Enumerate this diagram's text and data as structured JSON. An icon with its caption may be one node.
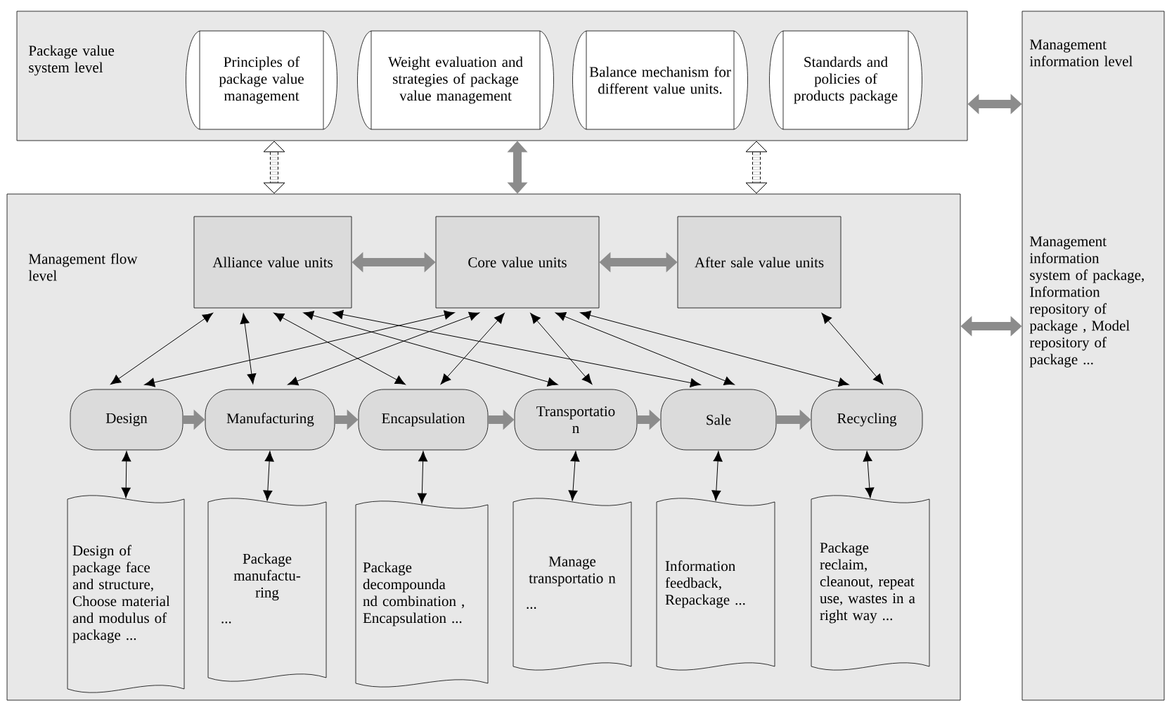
{
  "diagram": {
    "nodes": [
      {
        "text": [
          "Package value system level"
        ]
      },
      {
        "text": [
          "Principles of package value management"
        ],
        "in": 0
      },
      {
        "text": [
          "Weight evaluation and strategies of package value management"
        ],
        "in": 0
      },
      {
        "text": [
          "Balance mechanism for different value units."
        ],
        "in": 0
      },
      {
        "text": [
          "Standards and policies of products package"
        ],
        "in": 0
      },
      {
        "text": [
          "Management information level",
          "Management information system of package, Information repository of package , Model repository of package ..."
        ]
      },
      {
        "text": [
          "Management flow level"
        ]
      },
      {
        "text": [
          "Alliance value units"
        ],
        "in": 6
      },
      {
        "text": [
          "Core value units"
        ],
        "in": 6
      },
      {
        "text": [
          "After sale value units"
        ],
        "in": 6
      },
      {
        "text": [
          "Design"
        ],
        "in": 6
      },
      {
        "text": [
          "Manufacturing"
        ],
        "in": 6
      },
      {
        "text": [
          "Encapsulation"
        ],
        "in": 6
      },
      {
        "text": [
          "Transportatio n"
        ],
        "in": 6
      },
      {
        "text": [
          "Sale"
        ],
        "in": 6
      },
      {
        "text": [
          "Recycling"
        ],
        "in": 6
      },
      {
        "text": [
          "Design of package face and structure, Choose material and modulus of package ..."
        ],
        "in": 6
      },
      {
        "text": [
          "Package manufactu- ring",
          "..."
        ],
        "in": 6
      },
      {
        "text": [
          "Package decompounda nd combination , Encapsulation ..."
        ],
        "in": 6
      },
      {
        "text": [
          "Manage transportatio n",
          "..."
        ],
        "in": 6
      },
      {
        "text": [
          "Information feedback, Repackage ..."
        ],
        "in": 6
      },
      {
        "text": [
          "Package reclaim, cleanout, repeat use, wastes in a right way ..."
        ],
        "in": 6
      }
    ],
    "edges": [
      {
        "from": 0,
        "to": 6,
        "arrow": "both",
        "style": "dashed"
      },
      {
        "from": 0,
        "to": 6,
        "arrow": "both",
        "style": "thick",
        "color": "#8c8c8c"
      },
      {
        "from": 0,
        "to": 6,
        "arrow": "both",
        "style": "dashed"
      },
      {
        "from": 0,
        "to": 5,
        "arrow": "both",
        "style": "thick",
        "color": "#8c8c8c"
      },
      {
        "from": 6,
        "to": 5,
        "arrow": "both",
        "style": "thick",
        "color": "#8c8c8c"
      },
      {
        "from": 7,
        "to": 8,
        "arrow": "both",
        "style": "thick",
        "color": "#8c8c8c"
      },
      {
        "from": 8,
        "to": 9,
        "arrow": "both",
        "style": "thick",
        "color": "#8c8c8c"
      },
      {
        "from": 10,
        "to": 11,
        "arrow": "to",
        "style": "thick",
        "color": "#8c8c8c"
      },
      {
        "from": 11,
        "to": 12,
        "arrow": "to",
        "style": "thick",
        "color": "#8c8c8c"
      },
      {
        "from": 12,
        "to": 13,
        "arrow": "to",
        "style": "thick",
        "color": "#8c8c8c"
      },
      {
        "from": 13,
        "to": 14,
        "arrow": "to",
        "style": "thick",
        "color": "#8c8c8c"
      },
      {
        "from": 14,
        "to": 15,
        "arrow": "to",
        "style": "thick",
        "color": "#8c8c8c"
      },
      {
        "from": 7,
        "to": 10,
        "arrow": "both"
      },
      {
        "from": 8,
        "to": 10,
        "arrow": "both"
      },
      {
        "from": 7,
        "to": 11,
        "arrow": "both"
      },
      {
        "from": 8,
        "to": 11,
        "arrow": "both"
      },
      {
        "from": 7,
        "to": 12,
        "arrow": "both"
      },
      {
        "from": 8,
        "to": 12,
        "arrow": "both"
      },
      {
        "from": 7,
        "to": 13,
        "arrow": "both"
      },
      {
        "from": 8,
        "to": 13,
        "arrow": "both"
      },
      {
        "from": 7,
        "to": 14,
        "arrow": "both"
      },
      {
        "from": 8,
        "to": 14,
        "arrow": "both"
      },
      {
        "from": 8,
        "to": 15,
        "arrow": "both"
      },
      {
        "from": 9,
        "to": 15,
        "arrow": "both"
      },
      {
        "from": 10,
        "to": 16,
        "arrow": "both"
      },
      {
        "from": 11,
        "to": 17,
        "arrow": "both"
      },
      {
        "from": 12,
        "to": 18,
        "arrow": "both"
      },
      {
        "from": 13,
        "to": 19,
        "arrow": "both"
      },
      {
        "from": 14,
        "to": 20,
        "arrow": "both"
      },
      {
        "from": 15,
        "to": 21,
        "arrow": "both"
      }
    ]
  }
}
